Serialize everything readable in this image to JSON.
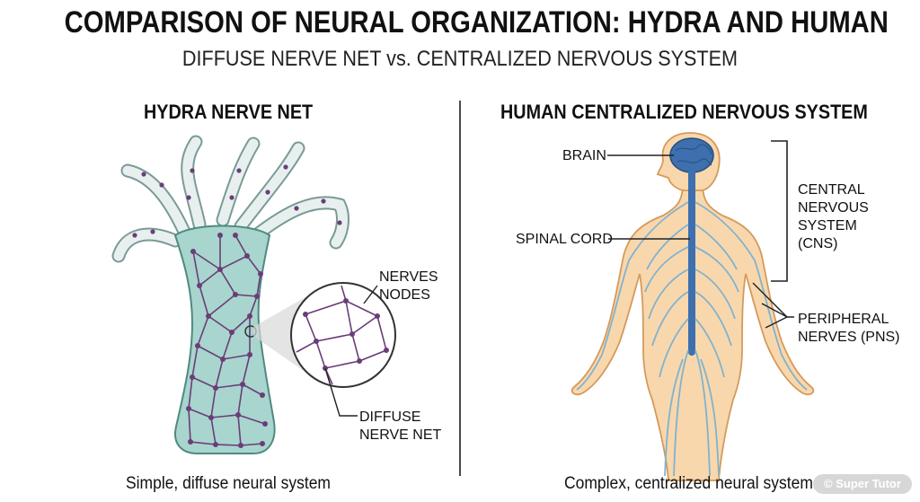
{
  "title": "COMPARISON OF NEURAL ORGANIZATION: HYDRA AND HUMAN",
  "subtitle": "DIFFUSE NERVE NET vs. CENTRALIZED NERVOUS SYSTEM",
  "left_panel": {
    "heading": "HYDRA NERVE NET",
    "labels": {
      "nerves": "NERVES",
      "nodes": "NODES",
      "diffuse_line1": "DIFFUSE",
      "diffuse_line2": "NERVE NET"
    },
    "caption": "Simple, diffuse neural system"
  },
  "right_panel": {
    "heading": "HUMAN CENTRALIZED NERVOUS SYSTEM",
    "labels": {
      "brain": "BRAIN",
      "spinal_cord": "SPINAL CORD",
      "cns_line1": "CENTRAL",
      "cns_line2": "NERVOUS",
      "cns_line3": "SYSTEM",
      "cns_line4": "(CNS)",
      "pns_line1": "PERIPHERAL",
      "pns_line2": "NERVES (PNS)"
    },
    "caption": "Complex, centralized neural system"
  },
  "watermark": "© Super Tutor",
  "colors": {
    "hydra_body": "#a8d5cd",
    "hydra_outline": "#4f8a80",
    "nerve_net": "#6a3d78",
    "skin": "#f9d7ad",
    "skin_outline": "#d49a5c",
    "brain": "#3e6fae",
    "peripheral_nerves": "#7fb3cf"
  }
}
